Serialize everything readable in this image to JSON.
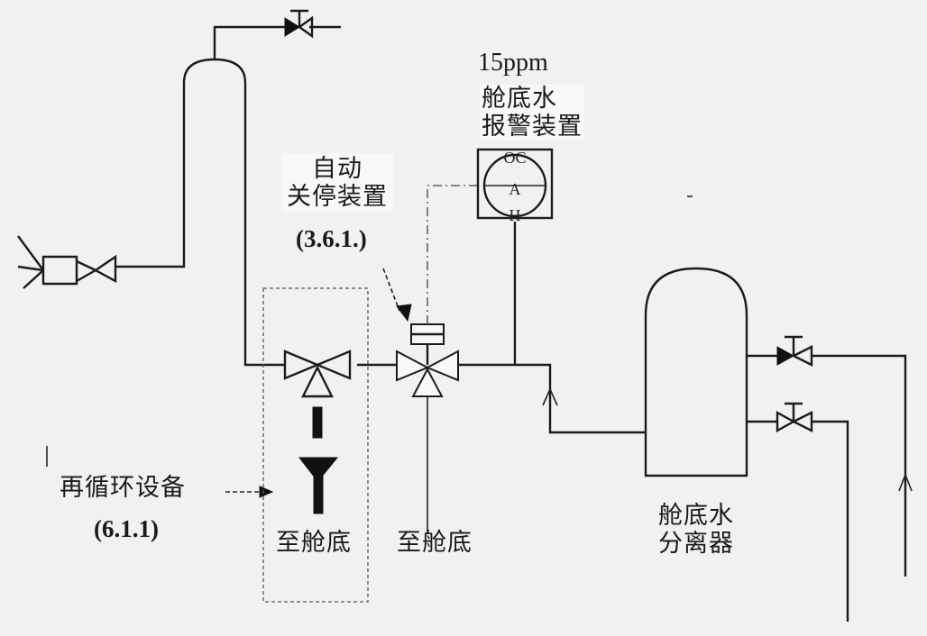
{
  "labels": {
    "ppm": "15ppm",
    "alarm_line1": "舱底水",
    "alarm_line2": "报警装置",
    "auto_line1": "自动",
    "auto_line2": "关停装置",
    "auto_code": "(3.6.1.)",
    "recirc_line1": "再循环设备",
    "recirc_code": "(6.1.1)",
    "to_bilge_left": "至舱底",
    "to_bilge_mid": "至舱底",
    "separator_line1": "舱底水",
    "separator_line2": "分离器",
    "gauge_top": "OC",
    "gauge_mid": "A",
    "gauge_bottom": "H"
  }
}
